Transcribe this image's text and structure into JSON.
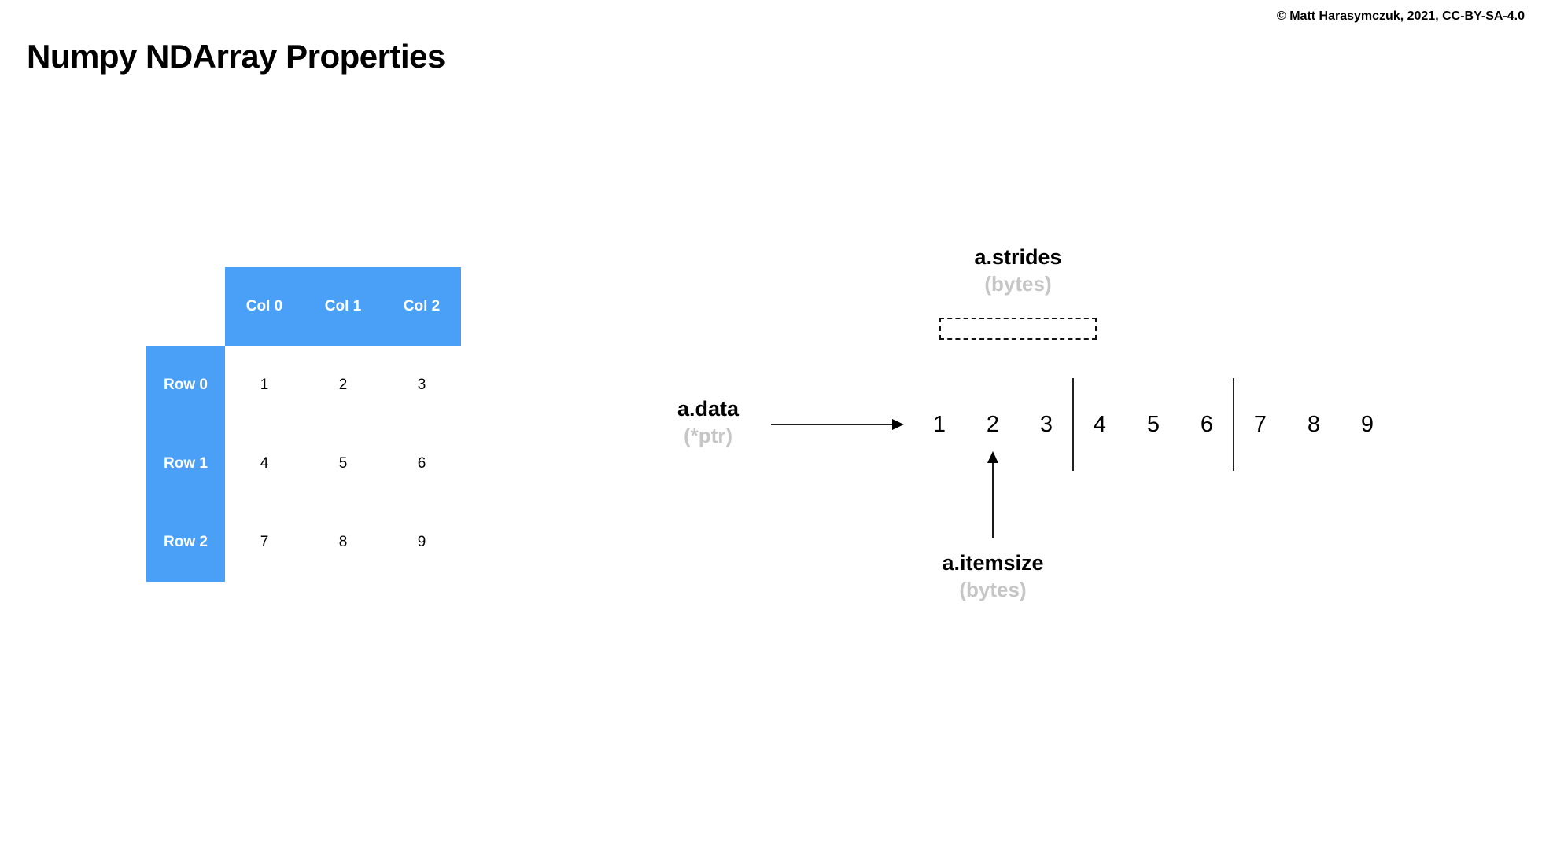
{
  "page": {
    "title": "Numpy NDArray Properties",
    "copyright": "© Matt Harasymczuk, 2021, CC-BY-SA-4.0"
  },
  "colors": {
    "accent_blue": "#4aa0f6",
    "muted_gray": "#c6c6c6"
  },
  "matrix_table": {
    "col_headers": [
      "Col 0",
      "Col 1",
      "Col 2"
    ],
    "row_headers": [
      "Row 0",
      "Row 1",
      "Row 2"
    ],
    "rows": [
      [
        "1",
        "2",
        "3"
      ],
      [
        "4",
        "5",
        "6"
      ],
      [
        "7",
        "8",
        "9"
      ]
    ]
  },
  "memory_diagram": {
    "strides_label": "a.strides",
    "strides_unit": "(bytes)",
    "data_label": "a.data",
    "data_unit": "(*ptr)",
    "itemsize_label": "a.itemsize",
    "itemsize_unit": "(bytes)",
    "cells": [
      "1",
      "2",
      "3",
      "4",
      "5",
      "6",
      "7",
      "8",
      "9"
    ]
  }
}
